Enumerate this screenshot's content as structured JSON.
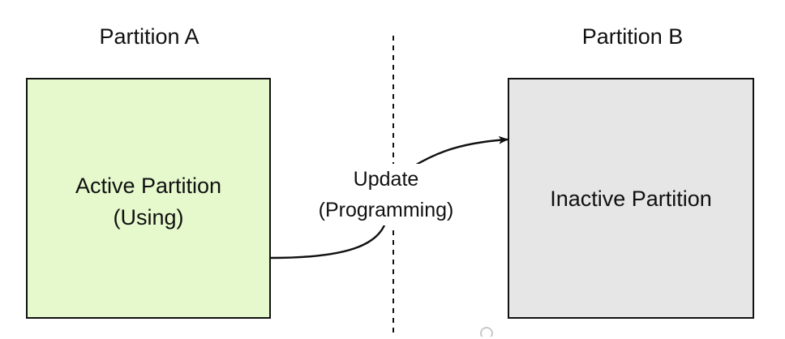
{
  "partition_a": {
    "heading": "Partition A",
    "box_line1": "Active Partition",
    "box_line2": "(Using)",
    "fill": "#e6f9cc"
  },
  "partition_b": {
    "heading": "Partition B",
    "box_line1": "Inactive Partition",
    "fill": "#e6e6e6"
  },
  "connector": {
    "line1": "Update",
    "line2": "(Programming)"
  },
  "divider": {
    "style": "dashed"
  },
  "watermark_icons": [
    "logo-icon"
  ]
}
